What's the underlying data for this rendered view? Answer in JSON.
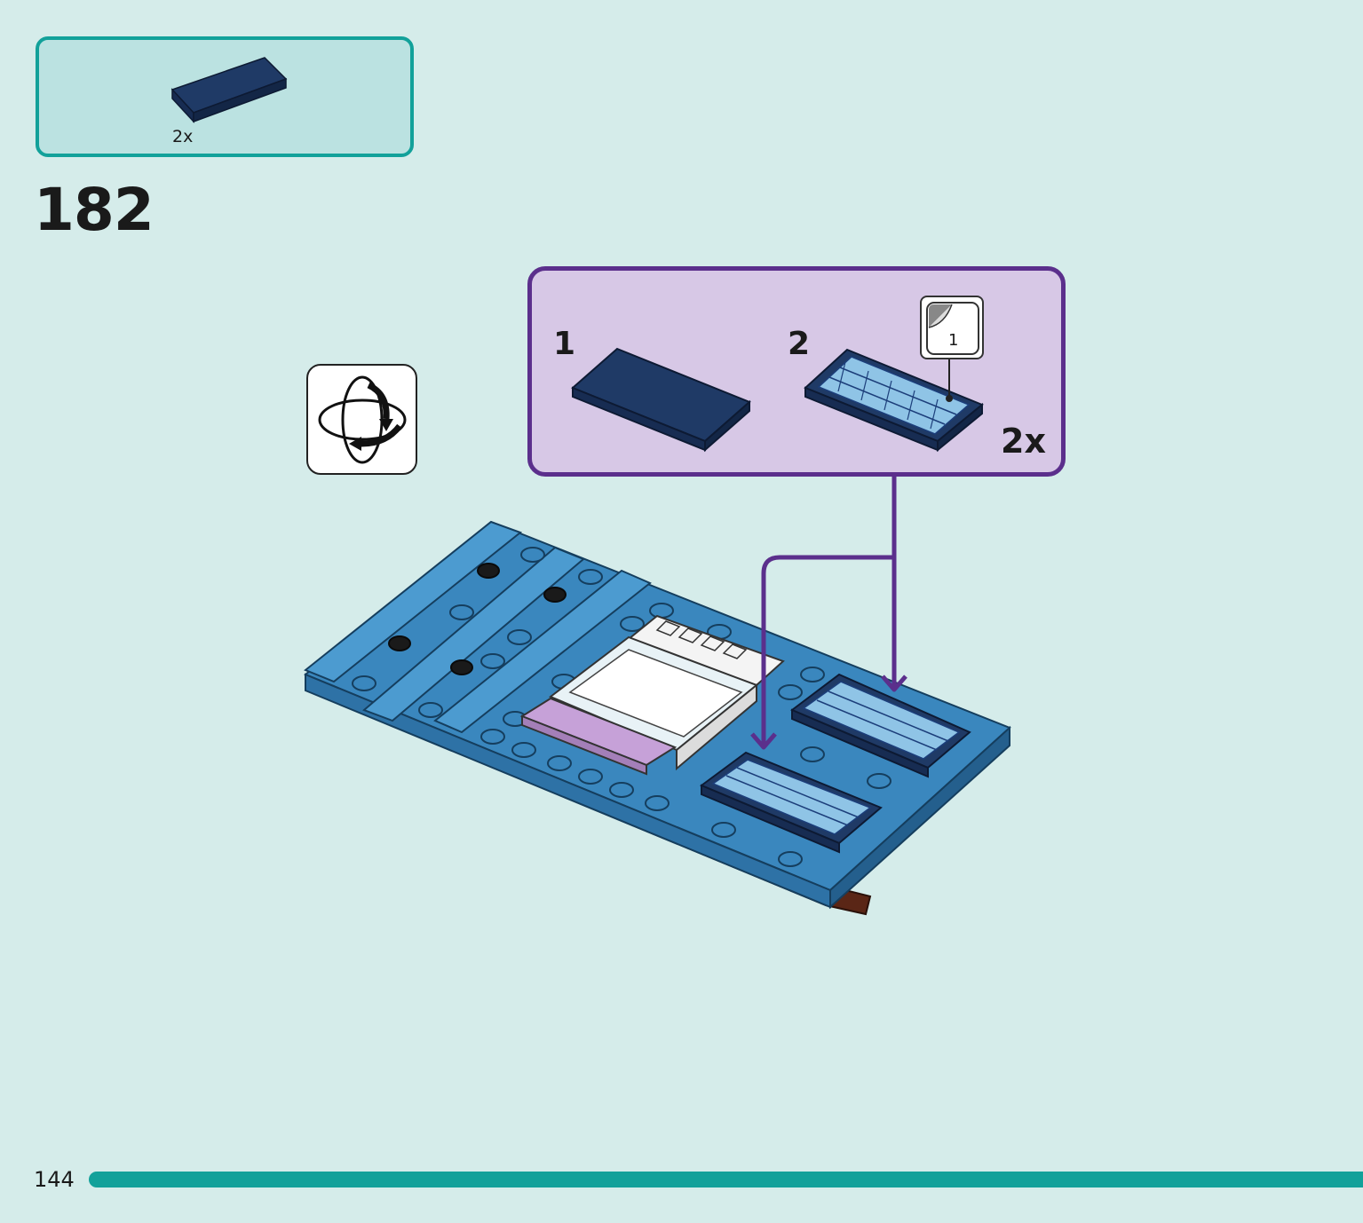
{
  "parts_list": {
    "quantity": "2x",
    "part": "dark-blue-tile-2x4"
  },
  "step": {
    "number": "182"
  },
  "rotate": {
    "icon": "rotate-model-icon"
  },
  "callout": {
    "sub_steps": [
      {
        "number": "1",
        "part": "dark-blue-tile-2x4"
      },
      {
        "number": "2",
        "part": "printed-grille-tile"
      }
    ],
    "sticker": {
      "number": "1"
    },
    "quantity": "2x"
  },
  "footer": {
    "page_number": "144"
  },
  "colors": {
    "background": "#d5ecea",
    "teal_accent": "#12a19a",
    "callout_purple": "#5b2f8c",
    "callout_fill": "#d7c8e6",
    "dark_blue_part": "#1f3a66",
    "model_blue": "#3a87be"
  }
}
